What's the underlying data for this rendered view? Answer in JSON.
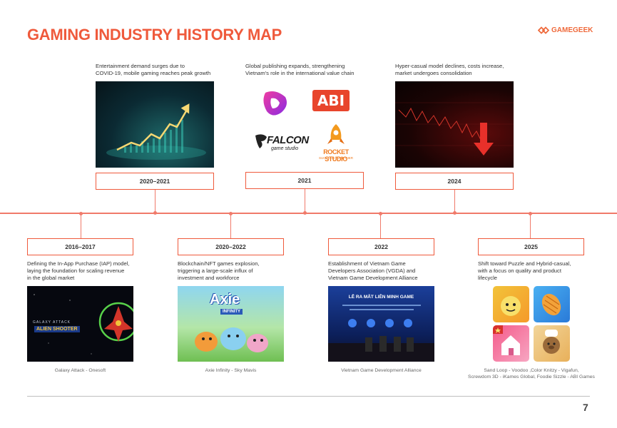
{
  "page": {
    "title": "GAMING INDUSTRY HISTORY MAP",
    "brand": "GAMEGEEK",
    "page_number": "7",
    "colors": {
      "accent": "#ef5a3c",
      "line": "#f07a6a"
    }
  },
  "top": [
    {
      "year": "2020–2021",
      "desc_1": "Entertainment demand surges due to",
      "desc_2": "COVID-19, mobile gaming reaches peak growth"
    },
    {
      "year": "2021",
      "desc_1": "Global publishing expands, strengthening",
      "desc_2": "Vietnam's role in the international value chain",
      "logos": {
        "falcon": "FALCON",
        "falcon_sub": "game studio",
        "abi": "ABI",
        "rocket": "ROCKET STUDIO",
        "rocket_sub": "SUCCEED TOGETHER"
      }
    },
    {
      "year": "2024",
      "desc_1": "Hyper-casual model declines, costs increase,",
      "desc_2": "market undergoes consolidation"
    }
  ],
  "bottom": [
    {
      "year": "2016–2017",
      "desc_1": "Defining the In-App Purchase (IAP) model,",
      "desc_2": "laying the foundation for scaling revenue",
      "desc_3": "in the global market",
      "caption_1": "Galaxy Attack - Onesoft",
      "caption_2": "",
      "art": {
        "line_1": "GALAXY ATTACK",
        "line_2": "ALIEN SHOOTER"
      }
    },
    {
      "year": "2020–2022",
      "desc_1": "Blockchain/NFT games explosion,",
      "desc_2": "triggering a large-scale influx of",
      "desc_3": "investment and workforce",
      "caption_1": "Axie Infinity - Sky Mavis",
      "caption_2": "",
      "art": {
        "line_1": "Axie",
        "line_2": "INFINITY"
      }
    },
    {
      "year": "2022",
      "desc_1": "Establishment of Vietnam Game",
      "desc_2": "Developers Association (VGDA) and",
      "desc_3": "Vietnam Game Development Alliance",
      "caption_1": "Vietnam Game Development Alliance",
      "caption_2": "",
      "art": {
        "line_1": "LỄ RA MẮT LIÊN MINH GAME"
      }
    },
    {
      "year": "2025",
      "desc_1": "Shift toward Puzzle and Hybrid-casual,",
      "desc_2": "with a focus on quality and product",
      "desc_3": "lifecycle",
      "caption_1": "Sand Loop - Voodoo ,Color Knitzy - Vigafun,",
      "caption_2": "Screwdom 3D - iKames Global, Foodie Sizzle - ABI Games"
    }
  ]
}
